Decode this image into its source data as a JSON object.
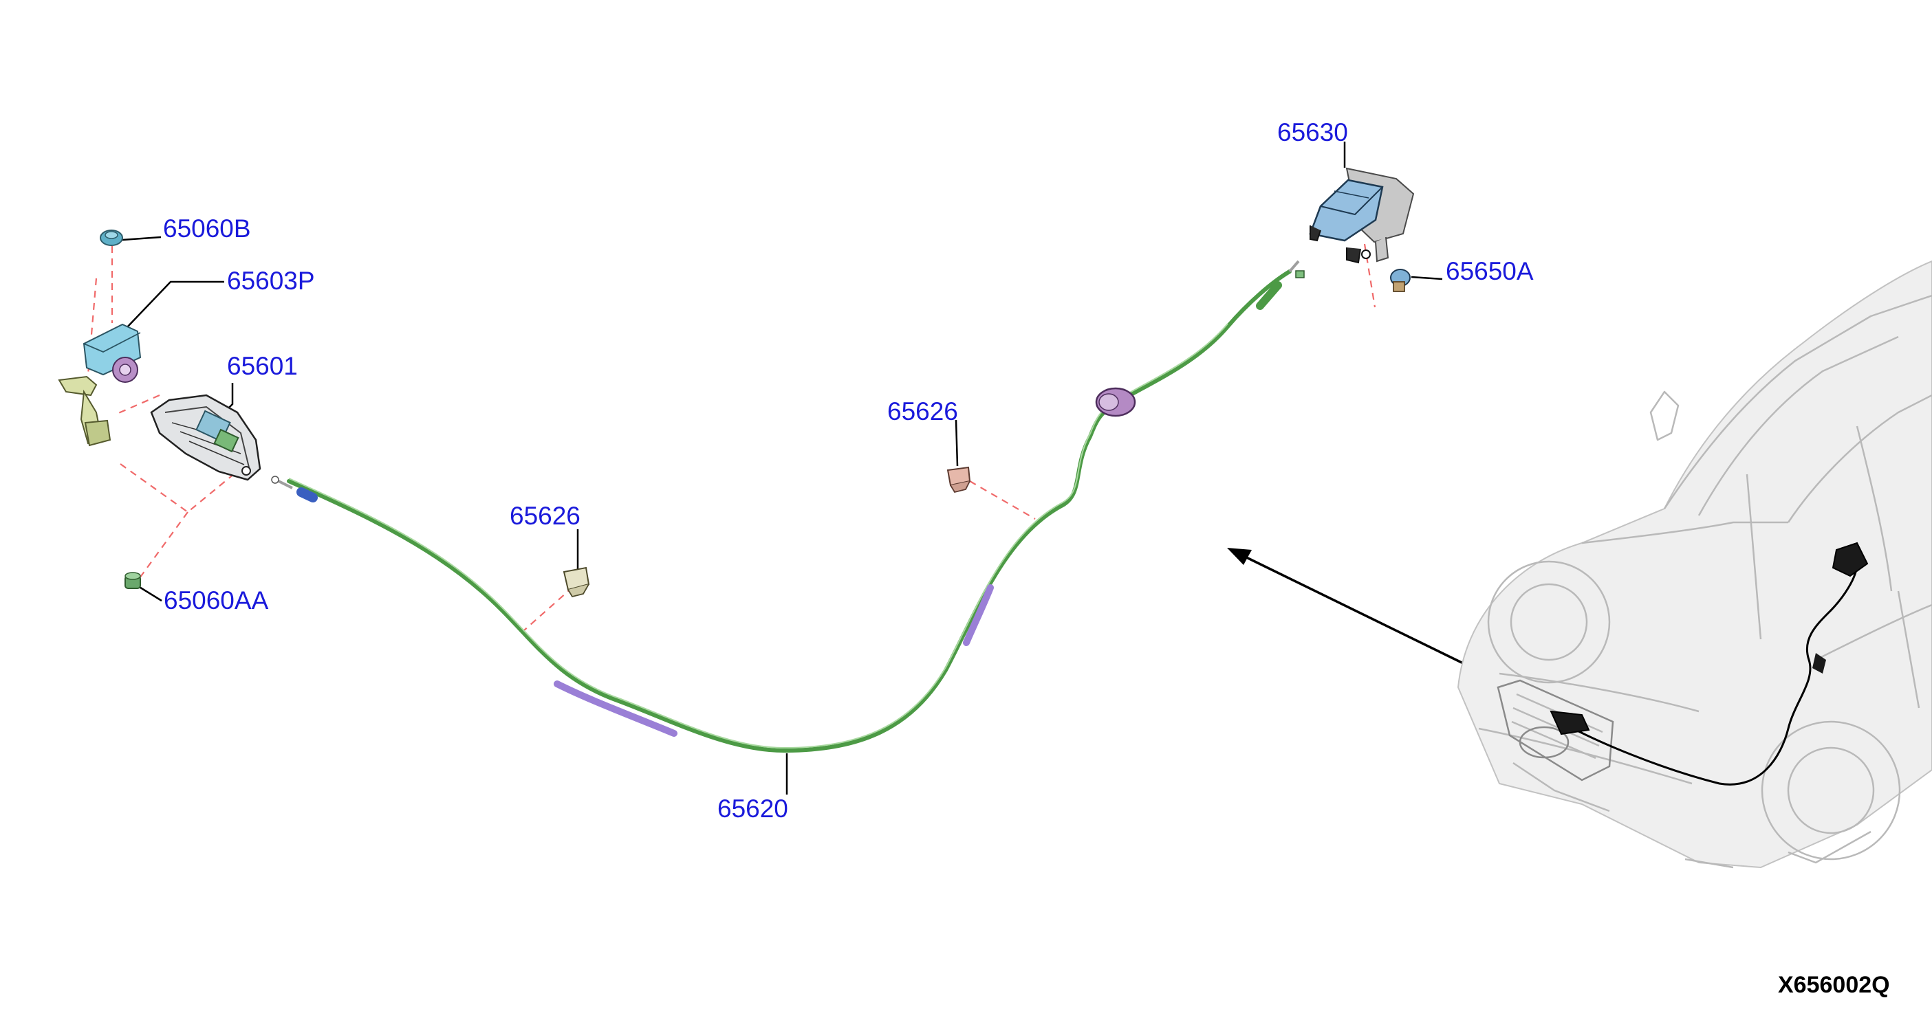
{
  "diagram": {
    "figure_id": "X656002Q",
    "callouts": [
      {
        "key": "c1",
        "text": "65060B"
      },
      {
        "key": "c2",
        "text": "65603P"
      },
      {
        "key": "c3",
        "text": "65601"
      },
      {
        "key": "c4",
        "text": "65060AA"
      },
      {
        "key": "c5",
        "text": "65626"
      },
      {
        "key": "c6",
        "text": "65626"
      },
      {
        "key": "c7",
        "text": "65620"
      },
      {
        "key": "c8",
        "text": "65630"
      },
      {
        "key": "c9",
        "text": "65650A"
      }
    ],
    "colors": {
      "callout_text": "#1a1adb",
      "cable": "#4c9a45",
      "sleeve": "#9a7fd6",
      "assembly_line": "#f06a6a",
      "latch_blue": "#8fc3d8",
      "grommet_purple": "#9a6fb0"
    }
  }
}
